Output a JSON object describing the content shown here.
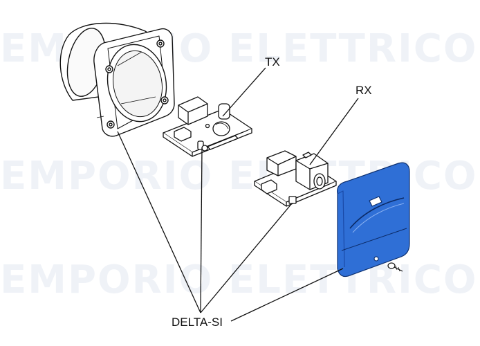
{
  "labels": {
    "tx": "TX",
    "rx": "RX",
    "delta_si": "DELTA-SI"
  },
  "watermark": {
    "left": "EMPORIO",
    "right": "ELETTRICO"
  },
  "colors": {
    "cover_blue": "#2f6fd6",
    "line": "#111111",
    "watermark": "#dfe5f0"
  }
}
